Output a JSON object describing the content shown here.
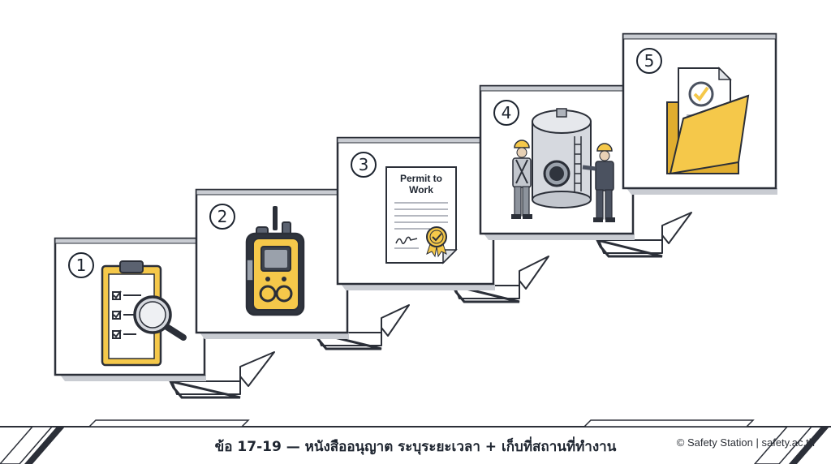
{
  "steps": [
    {
      "number": "1",
      "icon": "clipboard-magnifier-icon"
    },
    {
      "number": "2",
      "icon": "gas-detector-icon"
    },
    {
      "number": "3",
      "icon": "permit-document-icon",
      "doc_title_line1": "Permit to",
      "doc_title_line2": "Work"
    },
    {
      "number": "4",
      "icon": "workers-tank-icon"
    },
    {
      "number": "5",
      "icon": "folder-checked-document-icon"
    }
  ],
  "caption": "ข้อ 17-19 — หนังสืออนุญาต ระบุระยะเวลา + เก็บที่สถานที่ทำงาน",
  "credit": "© Safety Station | safety.ac.th",
  "colors": {
    "panel_outline": "#2b2f38",
    "panel_shadow": "#c9ccd2",
    "accent_yellow": "#f5c84a",
    "arrow_fill": "#ffffff"
  }
}
